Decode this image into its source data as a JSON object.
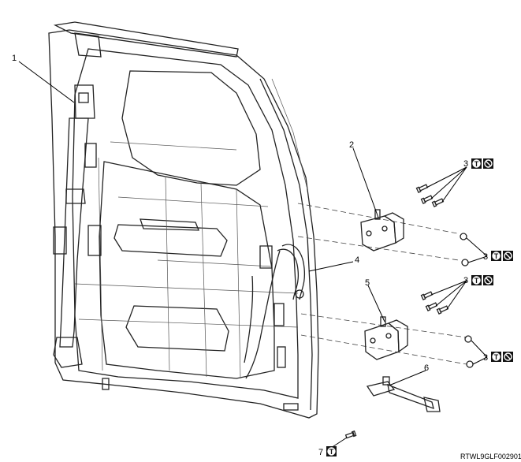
{
  "callouts": [
    {
      "id": "c1",
      "text": "1"
    },
    {
      "id": "c2",
      "text": "2"
    },
    {
      "id": "c3a",
      "text": "3"
    },
    {
      "id": "c3b",
      "text": "3"
    },
    {
      "id": "c3c",
      "text": "3"
    },
    {
      "id": "c3d",
      "text": "3"
    },
    {
      "id": "c4",
      "text": "4"
    },
    {
      "id": "c5",
      "text": "5"
    },
    {
      "id": "c6",
      "text": "6"
    },
    {
      "id": "c7",
      "text": "7"
    }
  ],
  "symbols": {
    "torque_letter": "T",
    "torque_icon": "torque-icon",
    "no_reuse_icon": "no-reuse-icon"
  },
  "figure_code": "RTWL9GLF002901",
  "colors": {
    "body_fill": "#ececec",
    "glass_fill": "#d6d6d6",
    "panel_fill": "#e2e2e2",
    "icon_black": "#111111"
  }
}
